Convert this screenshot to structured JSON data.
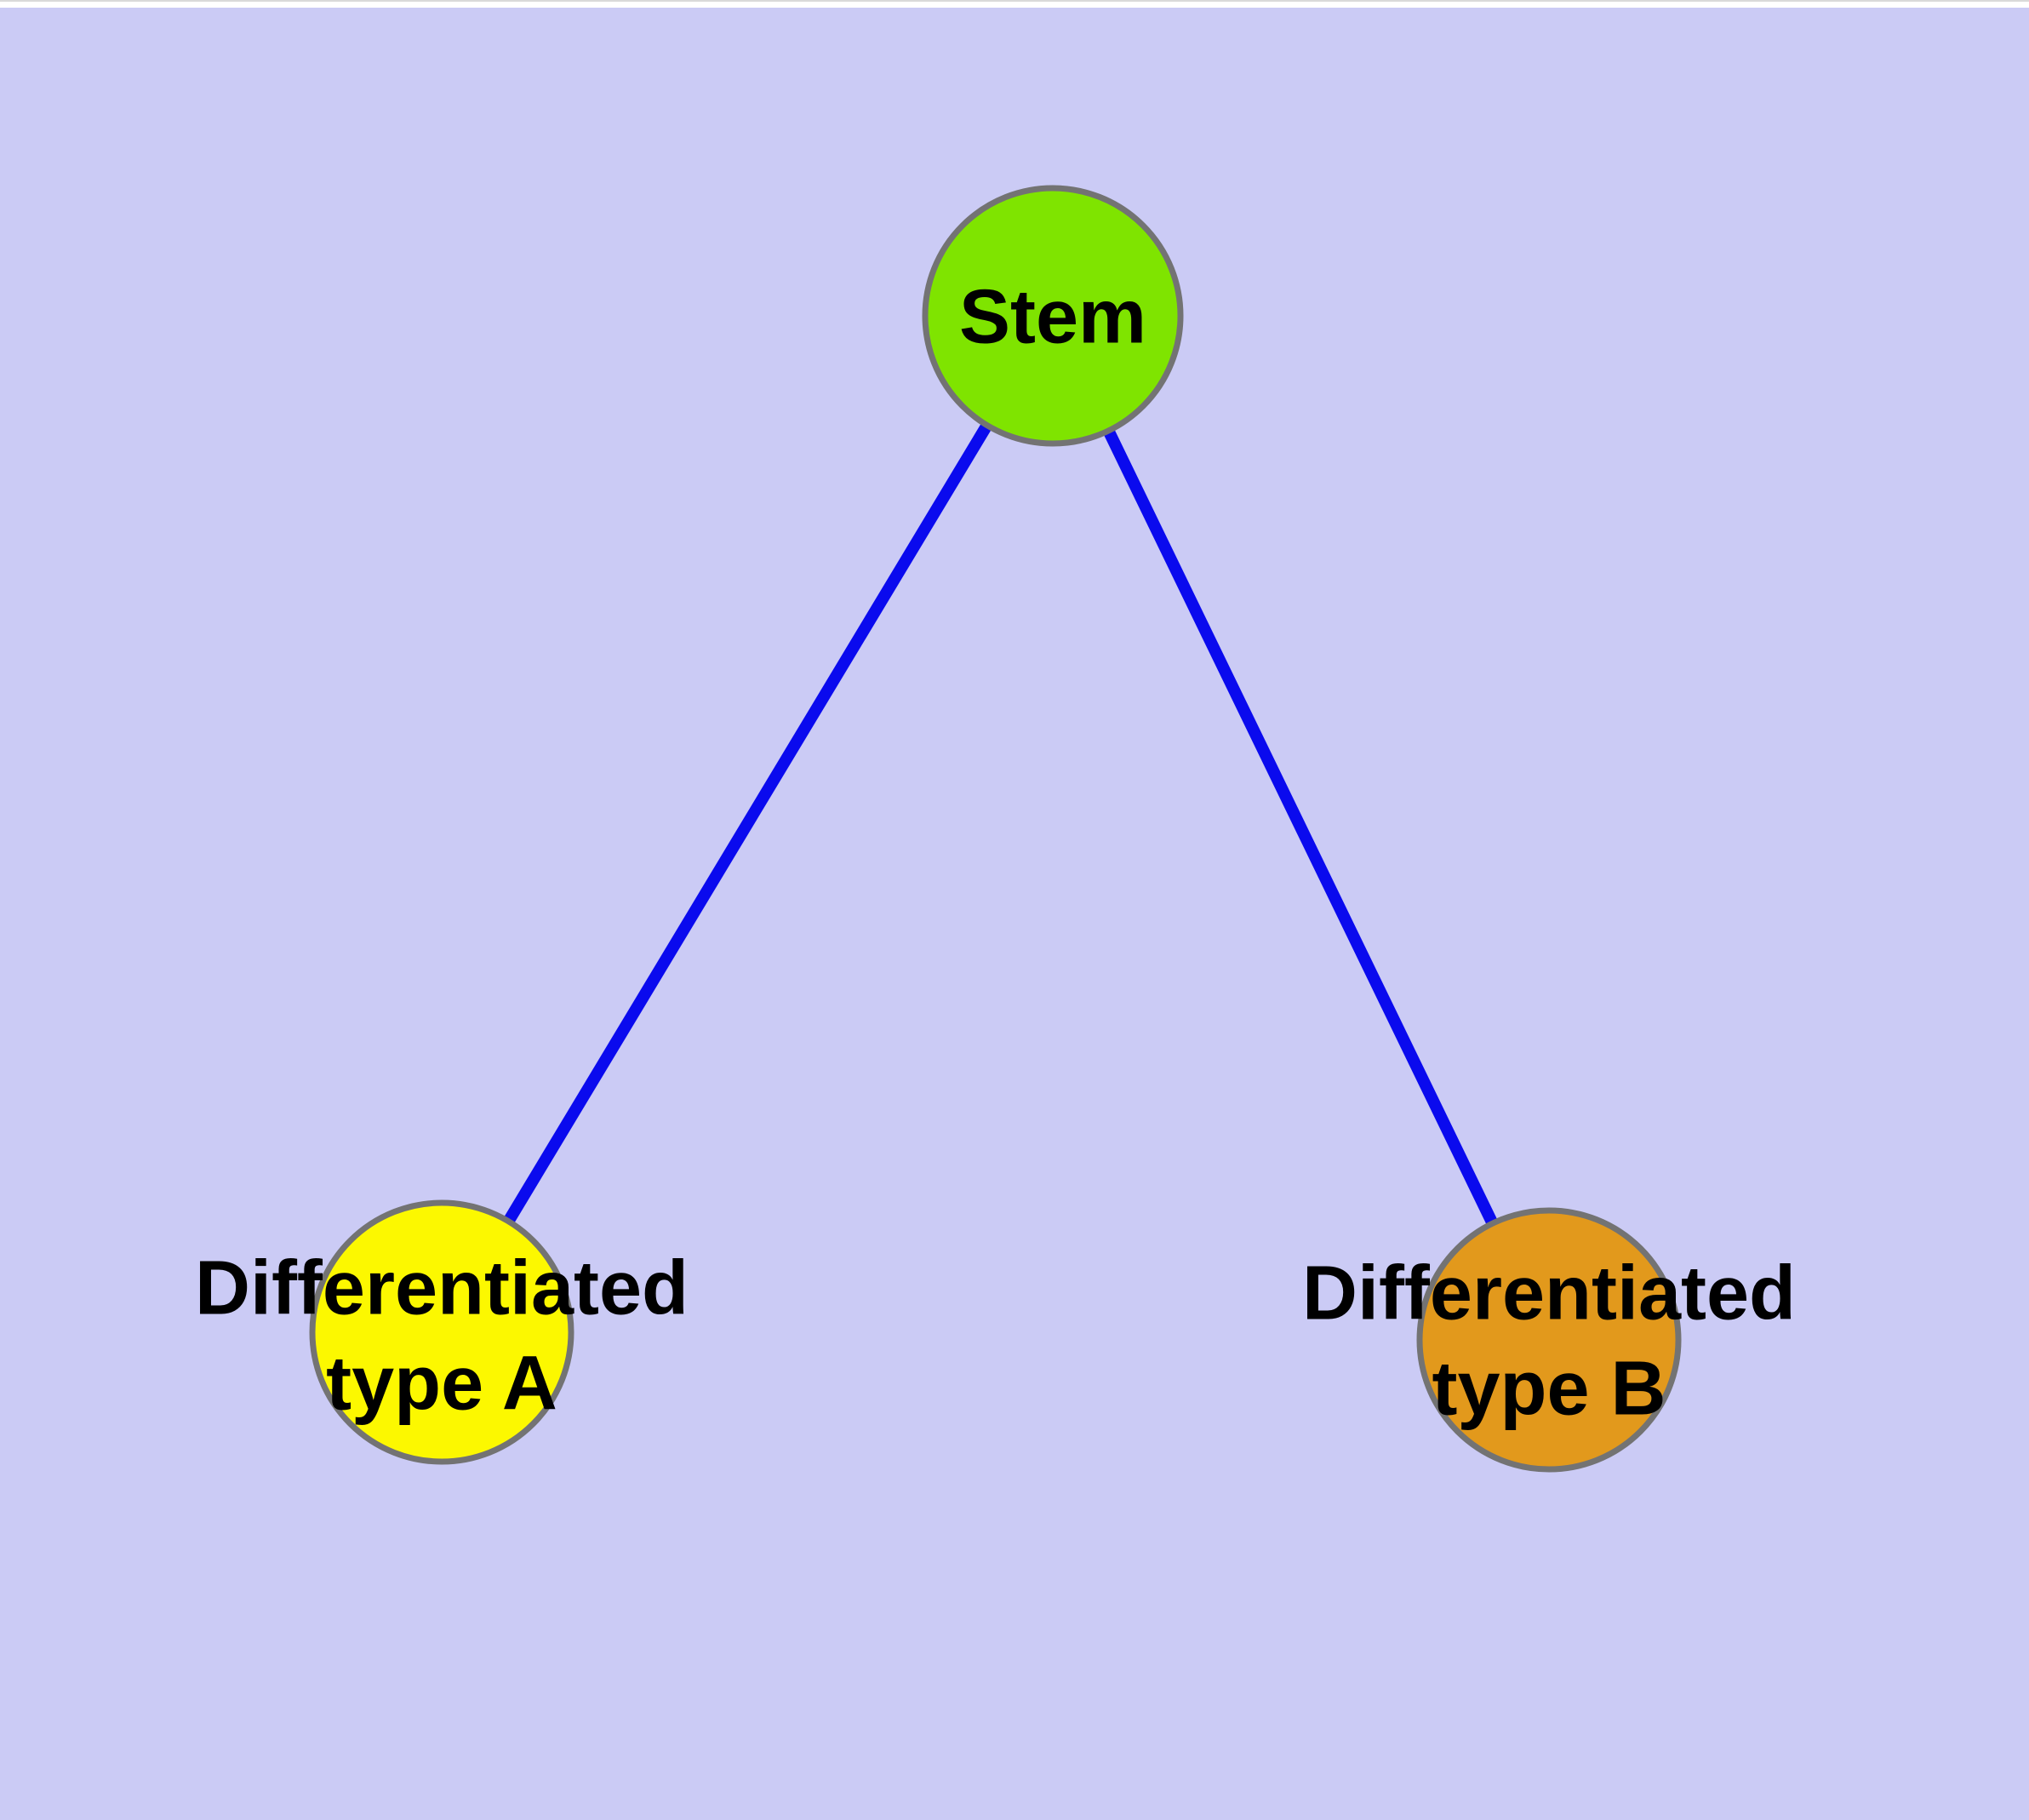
{
  "figure": {
    "background_color": "#CBCBF5",
    "top_strip_color": "#FFFFFF",
    "top_strip_border_color": "#D9D9D9",
    "text_color": "#000000"
  },
  "nodes": [
    {
      "id": "stem",
      "label": "Stem",
      "color": "#7FE400",
      "border_color": "#737373"
    },
    {
      "id": "differentiated-type-a",
      "label_line1": "Differentiated",
      "label_line2": "type A",
      "color": "#FCF800",
      "border_color": "#737373"
    },
    {
      "id": "differentiated-type-b",
      "label_line1": "Differentiated",
      "label_line2": "type B",
      "color": "#E2991C",
      "border_color": "#737373"
    }
  ],
  "edges": [
    {
      "from": "stem",
      "to": "differentiated-type-a",
      "color": "#0A0AEE"
    },
    {
      "from": "stem",
      "to": "differentiated-type-b",
      "color": "#0A0AEE"
    }
  ]
}
